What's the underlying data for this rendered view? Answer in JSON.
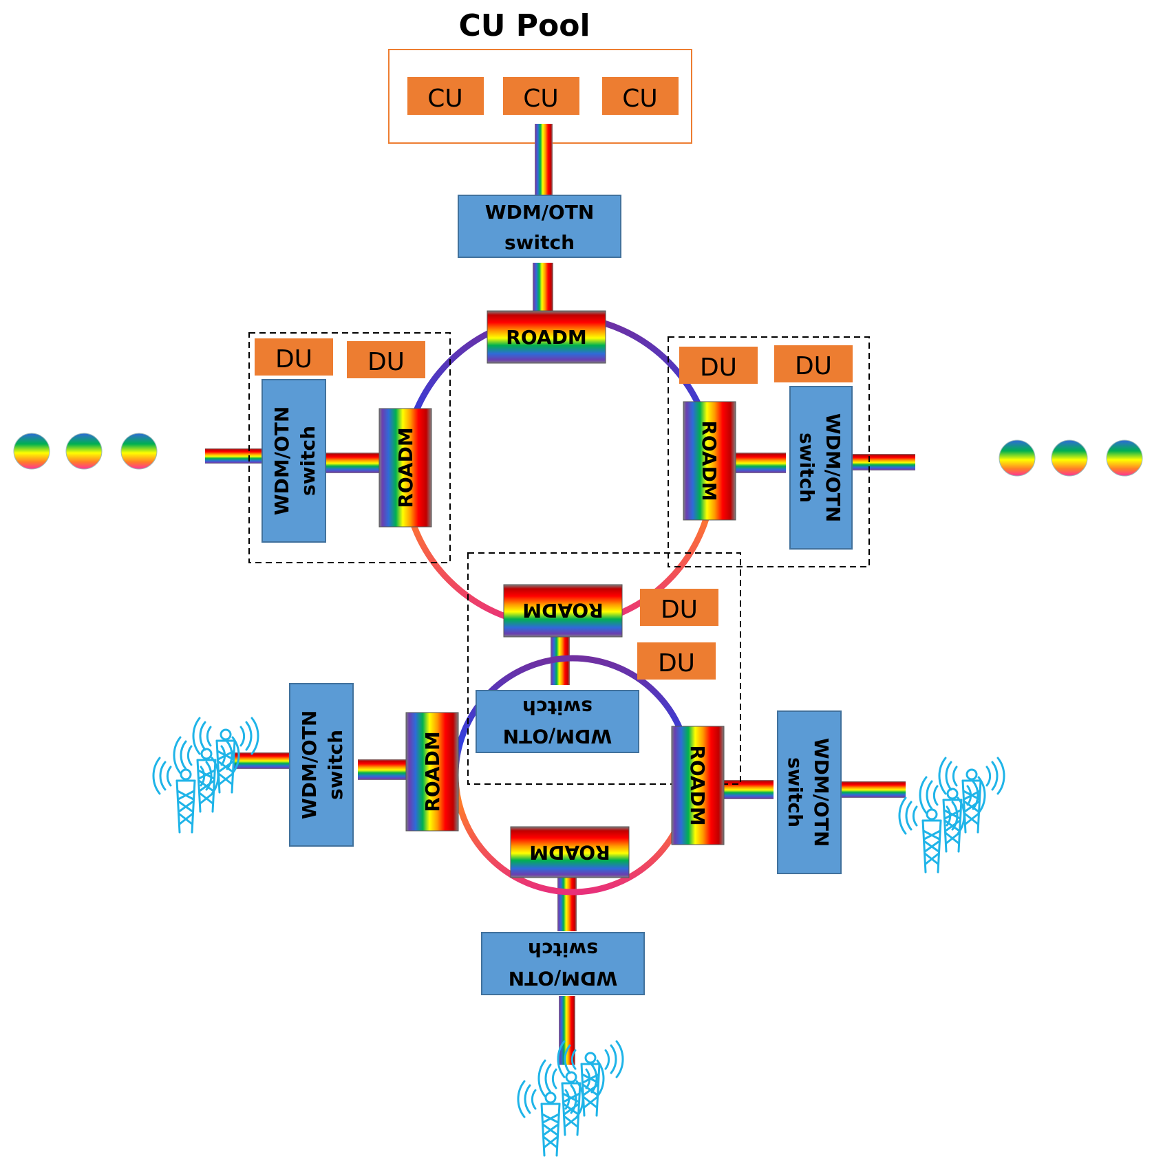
{
  "title": "CU Pool",
  "cu_label": "CU",
  "du_label": "DU",
  "switch_line1": "WDM/OTN",
  "switch_line2": "switch",
  "roadm_label": "ROADM",
  "colors": {
    "cu_fill": "#ED7D31",
    "switch_fill": "#5B9BD5",
    "switch_stroke": "#41719C",
    "tower": "#1FB4E8",
    "dash": "#000000"
  },
  "icons": [
    "cell-tower-icon",
    "rainbow-fiber",
    "wavelength-dot"
  ]
}
